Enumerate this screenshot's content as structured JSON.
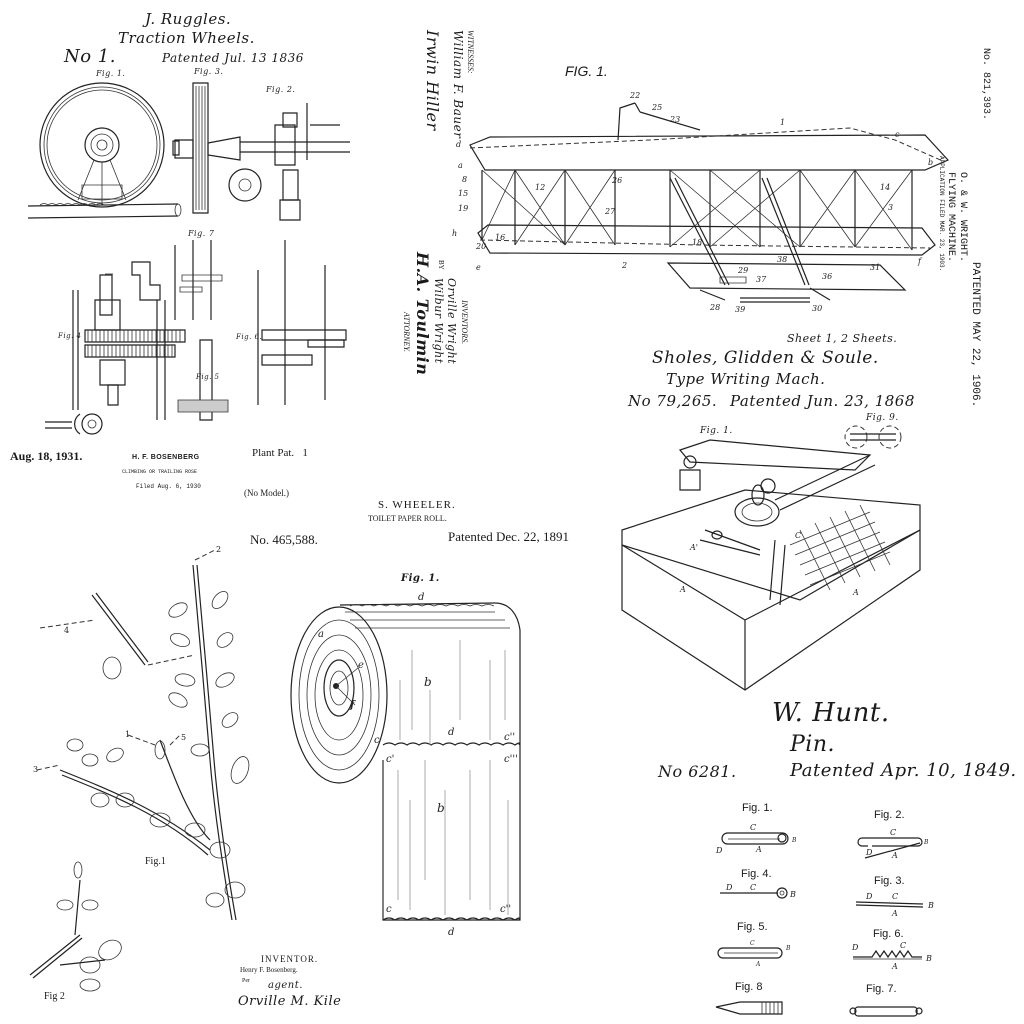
{
  "panels": {
    "ruggles": {
      "inventor": "J. Ruggles.",
      "title": "Traction Wheels.",
      "number": "No 1.",
      "patented": "Patented Jul. 13 1836",
      "figs": [
        "Fig. 1.",
        "Fig. 3.",
        "Fig. 2.",
        "Fig. 7",
        "Fig. 4",
        "Fig. 6.",
        "Fig. 5"
      ]
    },
    "wright": {
      "fig_label": "FIG. 1.",
      "number": "No. 821,393.",
      "patented": "PATENTED MAY 22, 1906.",
      "inventor": "O. & W. WRIGHT.",
      "title": "FLYING MACHINE.",
      "application": "APPLICATION FILED MAR. 23, 1903.",
      "witnesses_label": "WITNESSES:",
      "witness_1": "William F. Bauer",
      "witness_2": "Irwin Hiller",
      "inventors_label": "INVENTORS.",
      "inventor_1": "Orville Wright",
      "inventor_2": "Wilbur Wright",
      "by": "BY",
      "attorney_sig": "H.A. Toulmin",
      "attorney_label": "ATTORNEY.",
      "part_labels": [
        "22",
        "25",
        "23",
        "1",
        "c",
        "d",
        "a",
        "b",
        "8",
        "15",
        "19",
        "h",
        "20",
        "16",
        "12",
        "26",
        "27",
        "e",
        "2",
        "29",
        "37",
        "38",
        "31",
        "36",
        "28",
        "30",
        "39",
        "18",
        "14",
        "3",
        "f"
      ]
    },
    "sholes": {
      "sheet": "Sheet 1, 2 Sheets.",
      "inventor": "Sholes, Glidden & Soule.",
      "title": "Type Writing Mach.",
      "number": "No 79,265.",
      "patented": "Patented Jun. 23, 1868",
      "fig_1": "Fig. 1.",
      "fig_9": "Fig. 9.",
      "part_labels": [
        "A",
        "A'",
        "C"
      ]
    },
    "bosenberg": {
      "date": "Aug. 18, 1931.",
      "inventor": "H. F. BOSENBERG",
      "title": "CLIMBING OR TRAILING ROSE",
      "filed": "Filed Aug. 6, 1930",
      "patent": "Plant Pat.   1",
      "fig_1": "Fig.1",
      "fig_2": "Fig 2",
      "inventor_label": "INVENTOR.",
      "inventor_name": "Henry F. Bosenberg.",
      "per": "Per",
      "agent": "agent.",
      "agent_sig": "Orville M. Kile",
      "part_labels": [
        "1",
        "2",
        "3",
        "4",
        "5"
      ]
    },
    "wheeler": {
      "no_model": "(No Model.)",
      "number": "No. 465,588.",
      "inventor": "S. WHEELER.",
      "title": "TOILET PAPER ROLL.",
      "patented": "Patented Dec. 22, 1891",
      "fig_label": "Fig. 1.",
      "part_labels": [
        "a",
        "b",
        "b",
        "c",
        "c'",
        "c''",
        "c'''",
        "d",
        "d",
        "d",
        "e",
        "f",
        "c",
        "c''"
      ]
    },
    "hunt": {
      "inventor": "W. Hunt.",
      "title": "Pin.",
      "number": "No 6281.",
      "patented": "Patented Apr. 10, 1849.",
      "figs": [
        {
          "label": "Fig. 1.",
          "parts": [
            "C",
            "A",
            "B",
            "D"
          ]
        },
        {
          "label": "Fig. 2.",
          "parts": [
            "C",
            "D",
            "A",
            "B"
          ]
        },
        {
          "label": "Fig. 4.",
          "parts": [
            "D",
            "C",
            "B"
          ]
        },
        {
          "label": "Fig. 3.",
          "parts": [
            "D",
            "C",
            "A",
            "B"
          ]
        },
        {
          "label": "Fig. 5.",
          "parts": [
            "C",
            "A",
            "B"
          ]
        },
        {
          "label": "Fig. 6.",
          "parts": [
            "D",
            "C",
            "A",
            "B"
          ]
        },
        {
          "label": "Fig. 8",
          "parts": []
        },
        {
          "label": "Fig. 7.",
          "parts": []
        }
      ]
    }
  }
}
